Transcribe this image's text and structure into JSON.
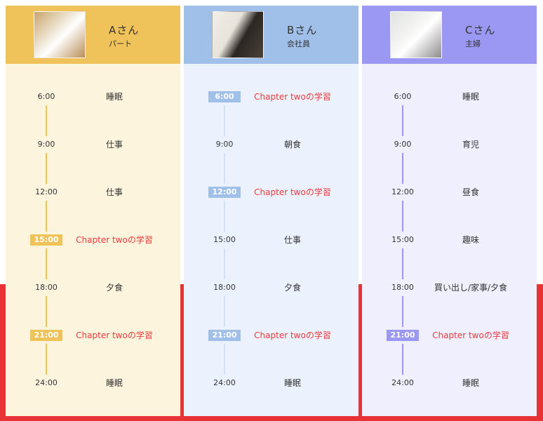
{
  "persons": [
    {
      "name": "Aさん",
      "role": "パート",
      "colors": {
        "header": "#f0c35a",
        "body": "#fdf4de",
        "accent": "#f0c35a",
        "line": "#f0c35a"
      },
      "schedule": [
        {
          "time": "6:00",
          "activity": "睡眠",
          "highlight": false
        },
        {
          "time": "9:00",
          "activity": "仕事",
          "highlight": false
        },
        {
          "time": "12:00",
          "activity": "仕事",
          "highlight": false
        },
        {
          "time": "15:00",
          "activity": "Chapter twoの学習",
          "highlight": true
        },
        {
          "time": "18:00",
          "activity": "夕食",
          "highlight": false
        },
        {
          "time": "21:00",
          "activity": "Chapter twoの学習",
          "highlight": true
        },
        {
          "time": "24:00",
          "activity": "睡眠",
          "highlight": false
        }
      ]
    },
    {
      "name": "Bさん",
      "role": "会社員",
      "colors": {
        "header": "#a0bfe9",
        "body": "#ecf2fd",
        "accent": "#a0bfe9",
        "line": "#d3e1f7"
      },
      "schedule": [
        {
          "time": "6:00",
          "activity": "Chapter twoの学習",
          "highlight": true
        },
        {
          "time": "9:00",
          "activity": "朝食",
          "highlight": false
        },
        {
          "time": "12:00",
          "activity": "Chapter twoの学習",
          "highlight": true
        },
        {
          "time": "15:00",
          "activity": "仕事",
          "highlight": false
        },
        {
          "time": "18:00",
          "activity": "夕食",
          "highlight": false
        },
        {
          "time": "21:00",
          "activity": "Chapter twoの学習",
          "highlight": true
        },
        {
          "time": "24:00",
          "activity": "睡眠",
          "highlight": false
        }
      ]
    },
    {
      "name": "Cさん",
      "role": "主婦",
      "colors": {
        "header": "#9b98f3",
        "body": "#efeffd",
        "accent": "#9b98f3",
        "line": "#9b98f3"
      },
      "schedule": [
        {
          "time": "6:00",
          "activity": "睡眠",
          "highlight": false
        },
        {
          "time": "9:00",
          "activity": "育児",
          "highlight": false
        },
        {
          "time": "12:00",
          "activity": "昼食",
          "highlight": false
        },
        {
          "time": "15:00",
          "activity": "趣味",
          "highlight": false
        },
        {
          "time": "18:00",
          "activity": "買い出し/家事/夕食",
          "highlight": false
        },
        {
          "time": "21:00",
          "activity": "Chapter twoの学習",
          "highlight": true
        },
        {
          "time": "24:00",
          "activity": "睡眠",
          "highlight": false
        }
      ]
    }
  ],
  "highlight_text_color": "#e83a3e",
  "background_accent": "#e83235"
}
